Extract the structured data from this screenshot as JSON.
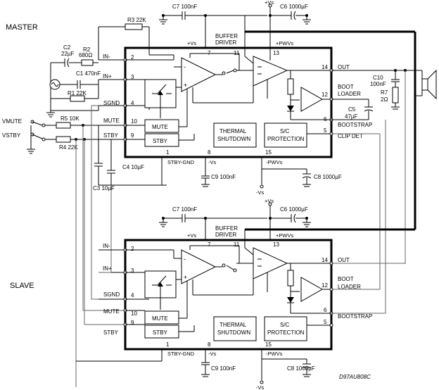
{
  "sections": {
    "master": "MASTER",
    "slave": "SLAVE"
  },
  "inputs": {
    "vmute": "VMUTE",
    "vstby": "VSTBY"
  },
  "components": {
    "r3": "R3 22K",
    "c7": "C7 100nF",
    "vs_top": "+Vs",
    "c6": "C6 1000µF",
    "c2": "C2",
    "c2_val": "22µF",
    "r2": "R2",
    "r2_val": "680Ω",
    "c1": "C1 470nF",
    "r1": "R1 22K",
    "r5": "R5 10K",
    "r4": "R4 22K",
    "c4": "C4 10µF",
    "c3": "C3 10µF",
    "c9": "C9 100nF",
    "c8": "C8 1000µF",
    "c10": "C10",
    "c10_val": "100nF",
    "r7": "R7",
    "r7_val": "2Ω",
    "c5": "C5",
    "c5_val": "47µF",
    "neg_vs": "-Vs"
  },
  "pins": {
    "in_minus": "IN-",
    "in_plus": "IN+",
    "sgnd": "SGND",
    "mute": "MUTE",
    "stby": "STBY",
    "out": "OUT",
    "boot_loader": [
      "BOOT",
      "LOADER"
    ],
    "bootstrap": "BOOTSTRAP",
    "clip_det": "CLIP DET",
    "buffer_driver": [
      "BUFFER",
      "DRIVER"
    ],
    "plus_vs": "+Vs",
    "plus_pwvs": "+PWVs",
    "stby_gnd": "STBY-GND",
    "minus_vs": "-Vs",
    "minus_pwvs": "-PWVs",
    "n2": "2",
    "n3": "3",
    "n4": "4",
    "n10": "10",
    "n9": "9",
    "n1": "1",
    "n7": "7",
    "n11": "11",
    "n13": "13",
    "n14": "14",
    "n12": "12",
    "n6": "6",
    "n5": "5",
    "n8": "8",
    "n15": "15"
  },
  "blocks": {
    "mute": "MUTE",
    "stby": "STBY",
    "thermal": [
      "THERMAL",
      "SHUTDOWN"
    ],
    "sc": [
      "S/C",
      "PROTECTION"
    ]
  },
  "code": "D97AU808C"
}
